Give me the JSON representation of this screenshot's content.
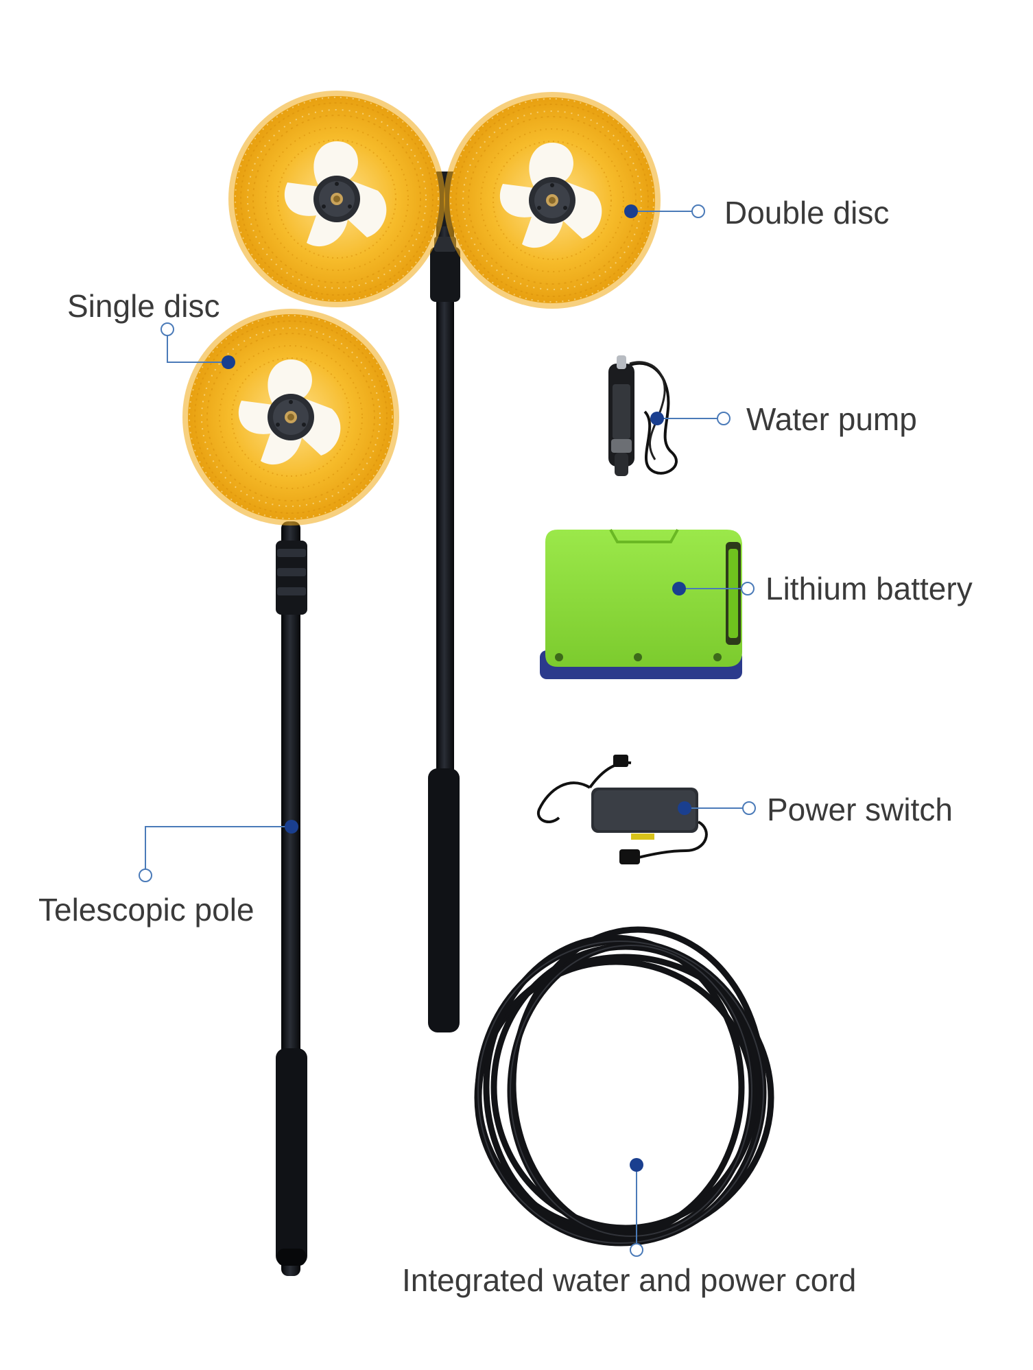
{
  "labels": {
    "double_disc": "Double disc",
    "single_disc": "Single disc",
    "water_pump": "Water pump",
    "lithium_battery": "Lithium battery",
    "power_switch": "Power switch",
    "telescopic_pole": "Telescopic pole",
    "cord": "Integrated water and power cord"
  },
  "colors": {
    "callout_line": "#4a7ab8",
    "callout_dot": "#1a3f8f",
    "brush": "#f3b31c",
    "brush_dark": "#e09a0c",
    "pole": "#15171c",
    "battery": "#8edb3b",
    "battery_base": "#2a3a8a",
    "label_text": "#3a3a3a"
  },
  "icons": {
    "brush": "round-brush-icon",
    "pump": "water-pump-icon",
    "battery": "battery-icon",
    "adapter": "power-adapter-icon",
    "cord": "coiled-cord-icon"
  }
}
